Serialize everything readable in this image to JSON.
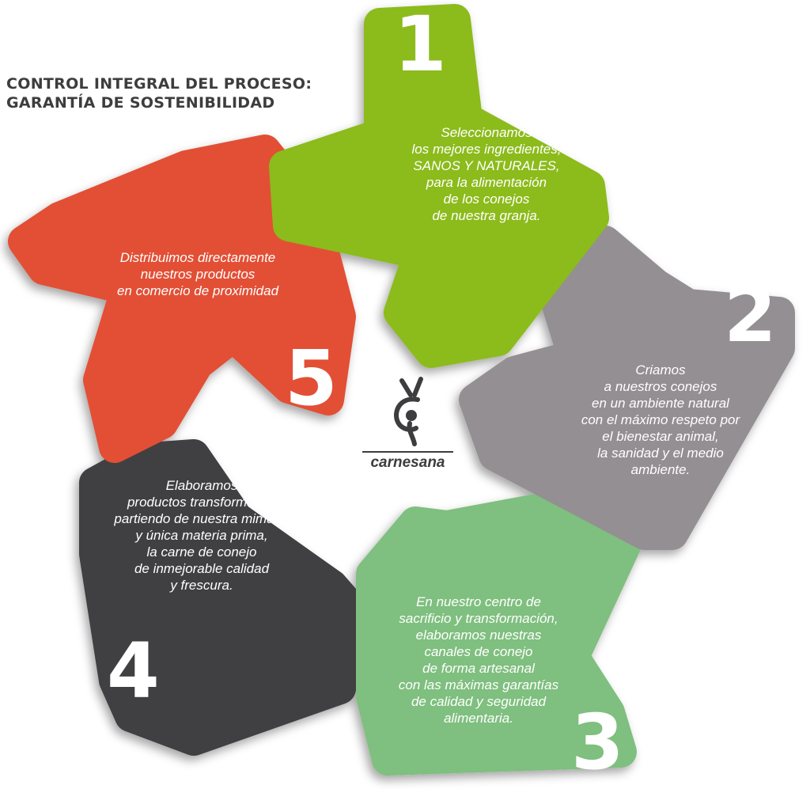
{
  "title": {
    "line1": "CONTROL INTEGRAL DEL PROCESO:",
    "line2": "GARANTÍA DE SOSTENIBILIDAD"
  },
  "colors": {
    "step1": "#8cbb1a",
    "step2": "#948f92",
    "step3": "#7fbf7f",
    "step4": "#414143",
    "step5": "#e24f35",
    "text_dark": "#3d3d3f"
  },
  "logo": {
    "name": "carnesana",
    "icon": "rabbit-logo-icon"
  },
  "steps": [
    {
      "number": "1",
      "lines": [
        "Seleccionamos",
        "los mejores ingredientes,",
        "SANOS Y NATURALES,",
        "para la alimentación",
        "de los conejos",
        "de nuestra granja."
      ]
    },
    {
      "number": "2",
      "lines": [
        "Criamos",
        "a nuestros conejos",
        "en un ambiente natural",
        "con el máximo respeto por",
        "el bienestar animal,",
        "la sanidad y el medio",
        "ambiente."
      ]
    },
    {
      "number": "3",
      "lines": [
        "En nuestro centro de",
        "sacrificio y transformación,",
        "elaboramos nuestras",
        "canales de conejo",
        "de forma artesanal",
        "con las máximas garantías",
        "de calidad y seguridad",
        "alimentaria."
      ]
    },
    {
      "number": "4",
      "lines": [
        "Elaboramos",
        "productos transformados",
        "partiendo de nuestra mimada",
        "y única materia prima,",
        "la carne de conejo",
        "de inmejorable calidad",
        "y frescura."
      ]
    },
    {
      "number": "5",
      "lines": [
        "Distribuimos directamente",
        "nuestros productos",
        "en comercio de proximidad"
      ]
    }
  ]
}
